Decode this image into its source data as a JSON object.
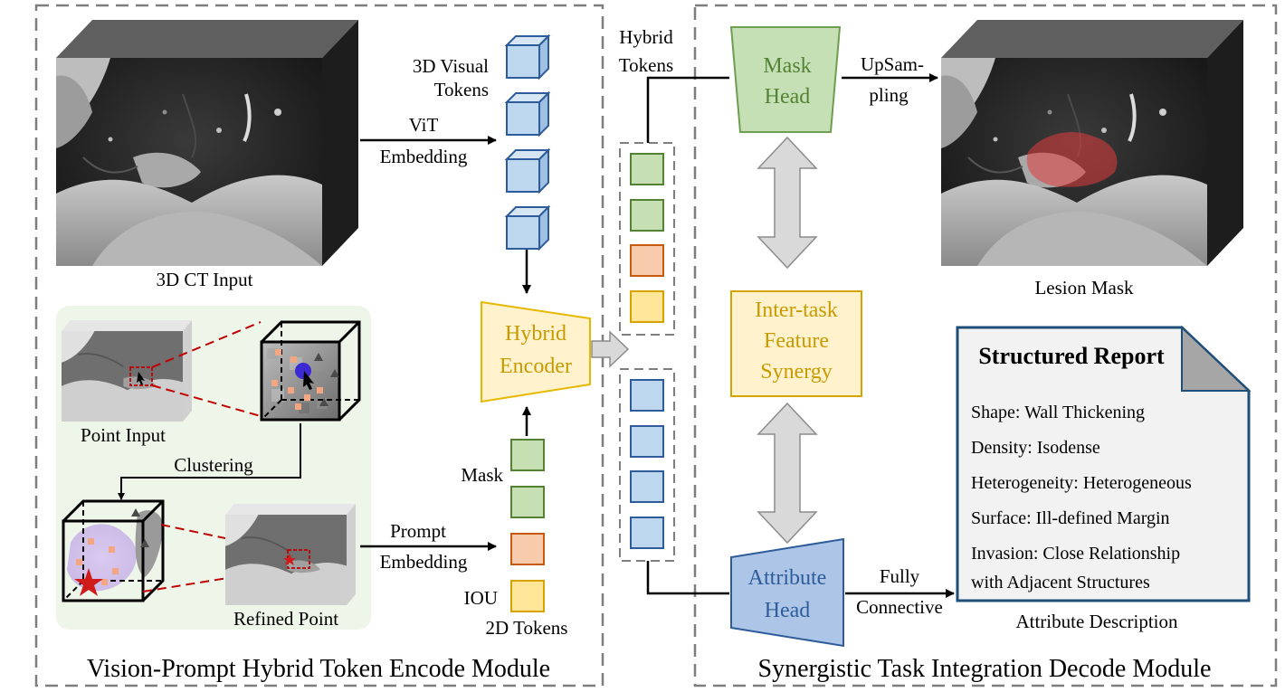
{
  "modules": {
    "encode": "Vision-Prompt Hybrid Token Encode Module",
    "decode": "Synergistic Task Integration Decode Module"
  },
  "inputs": {
    "ct": "3D CT Input",
    "point": "Point Input",
    "refined": "Refined Point",
    "clustering": "Clustering"
  },
  "tokens": {
    "visual_1": "3D Visual",
    "visual_2": "Tokens",
    "hybrid_1": "Hybrid",
    "hybrid_2": "Tokens",
    "two_d": "2D Tokens",
    "mask": "Mask",
    "iou": "IOU"
  },
  "arrows": {
    "vit_1": "ViT",
    "vit_2": "Embedding",
    "prompt_1": "Prompt",
    "prompt_2": "Embedding",
    "upsample_1": "UpSam-",
    "upsample_2": "pling",
    "fc_1": "Fully",
    "fc_2": "Connective"
  },
  "encoder": {
    "line1": "Hybrid",
    "line2": "Encoder"
  },
  "heads": {
    "mask_1": "Mask",
    "mask_2": "Head",
    "attr_1": "Attribute",
    "attr_2": "Head"
  },
  "synergy": {
    "line1": "Inter-task",
    "line2": "Feature",
    "line3": "Synergy"
  },
  "outputs": {
    "lesion": "Lesion Mask",
    "attribute": "Attribute Description"
  },
  "report": {
    "title": "Structured Report",
    "items": [
      "Shape: Wall Thickening",
      "Density: Isodense",
      "Heterogeneity: Heterogeneous",
      "Surface: Ill-defined Margin",
      "Invasion: Close Relationship",
      "with Adjacent Structures"
    ]
  },
  "colors": {
    "green_fill": "#c6e0b4",
    "green_stroke": "#548235",
    "blue_fill": "#bdd7ee",
    "blue_stroke": "#2e5c9a",
    "orange_fill": "#f8cbad",
    "orange_stroke": "#c55a11",
    "yellow_fill": "#ffe699",
    "yellow_stroke": "#d6a300",
    "encoder_fill": "#fff2cc",
    "encoder_text": "#c99a00",
    "mask_head_fill": "#c5e0b4",
    "mask_head_text": "#548235",
    "attr_head_fill": "#adc6e8",
    "attr_head_text": "#2e5c9a",
    "lesion_red": "#e03c3c",
    "prompt_panel": "#eef5e9"
  }
}
